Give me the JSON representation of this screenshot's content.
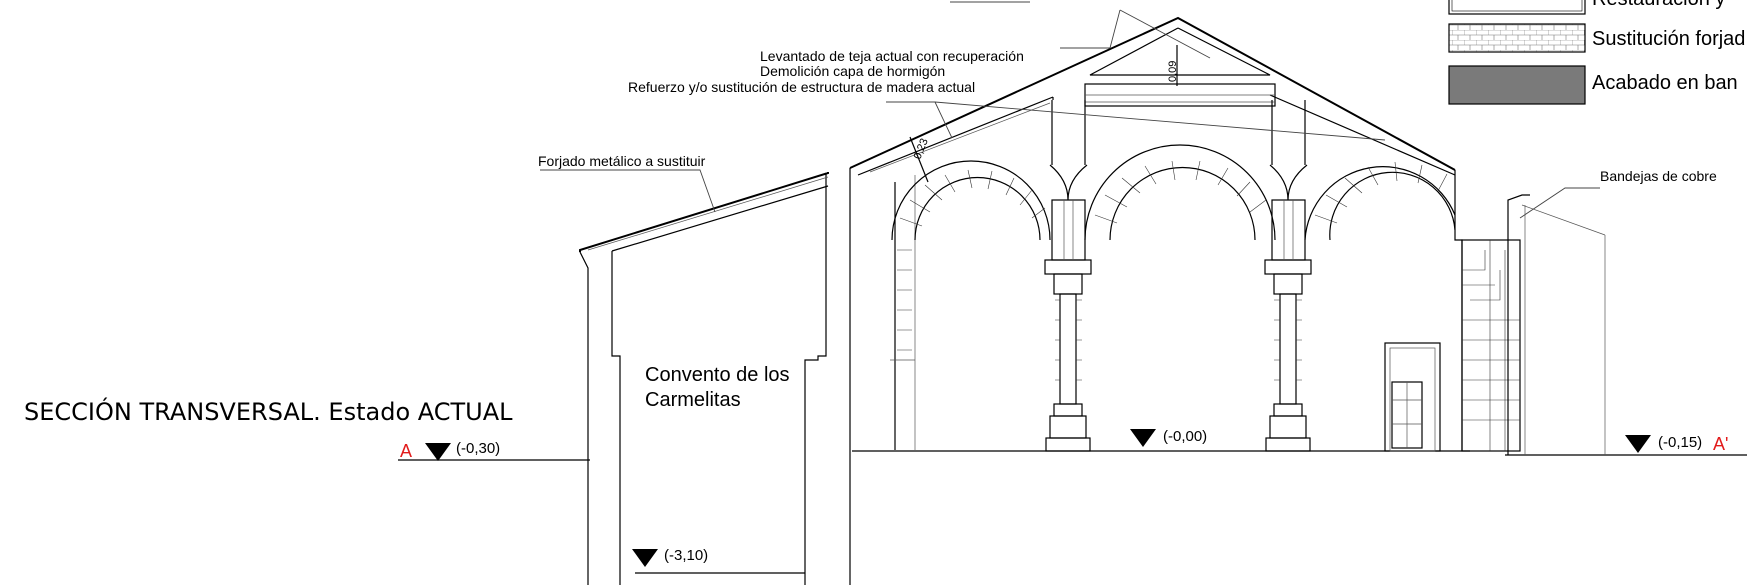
{
  "title": "SECCIÓN TRANSVERSAL. Estado ACTUAL",
  "section_marks": {
    "start": "A",
    "end": "A'"
  },
  "levels": [
    {
      "id": "level-left",
      "label": "(-0,30)"
    },
    {
      "id": "level-basement",
      "label": "(-3,10)"
    },
    {
      "id": "level-center",
      "label": "(-0,00)"
    },
    {
      "id": "level-right",
      "label": "(-0,15)"
    }
  ],
  "room_label": {
    "line1": "Convento de los",
    "line2": "Carmelitas"
  },
  "annotations": {
    "roof_line1": "Levantado de teja actual con recuperación",
    "roof_line2": "Demolición capa de hormigón",
    "roof_line3": "Refuerzo y/o sustitución de estructura de madera actual",
    "forjado": "Forjado metálico a sustituir",
    "bandejas": "Bandejas de cobre"
  },
  "dimensions": {
    "roof_thickness": "0,23",
    "ridge_height": "0,09"
  },
  "legend": [
    {
      "label": "Restauración y",
      "pattern": "plain"
    },
    {
      "label": "Sustitución forjad",
      "pattern": "grid"
    },
    {
      "label": "Acabado en ban",
      "pattern": "dark"
    }
  ],
  "colors": {
    "line": "#000000",
    "red_mark": "#e21b1b",
    "legend_dark": "#7a7a7a"
  }
}
